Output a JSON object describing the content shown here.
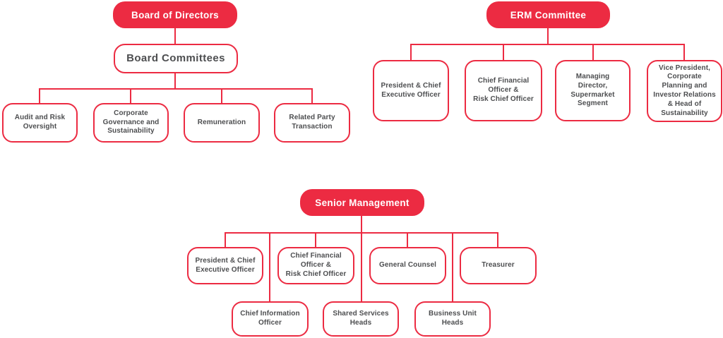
{
  "palette": {
    "accent_red": "#EC2B42",
    "text_gray": "#4D4E50",
    "title_text": "#FFFFFF"
  },
  "diagram": {
    "type": "org-chart",
    "sections": {
      "board": {
        "title": "Board of Directors",
        "committee_label": "Board Committees",
        "children": [
          "Audit and Risk\nOversight",
          "Corporate\nGovernance and\nSustainability",
          "Remuneration",
          "Related Party\nTransaction"
        ]
      },
      "erm": {
        "title": "ERM Committee",
        "children": [
          "President & Chief\nExecutive Officer",
          "Chief Financial\nOfficer &\nRisk Chief Officer",
          "Managing\nDirector,\nSupermarket\nSegment",
          "Vice President,\nCorporate\nPlanning and\nInvestor Relations\n& Head of\nSustainability"
        ]
      },
      "senior": {
        "title": "Senior Management",
        "row1": [
          "President & Chief\nExecutive Officer",
          "Chief Financial\nOfficer &\nRisk Chief Officer",
          "General Counsel",
          "Treasurer"
        ],
        "row2": [
          "Chief Information\nOfficer",
          "Shared Services\nHeads",
          "Business Unit\nHeads"
        ]
      }
    }
  }
}
